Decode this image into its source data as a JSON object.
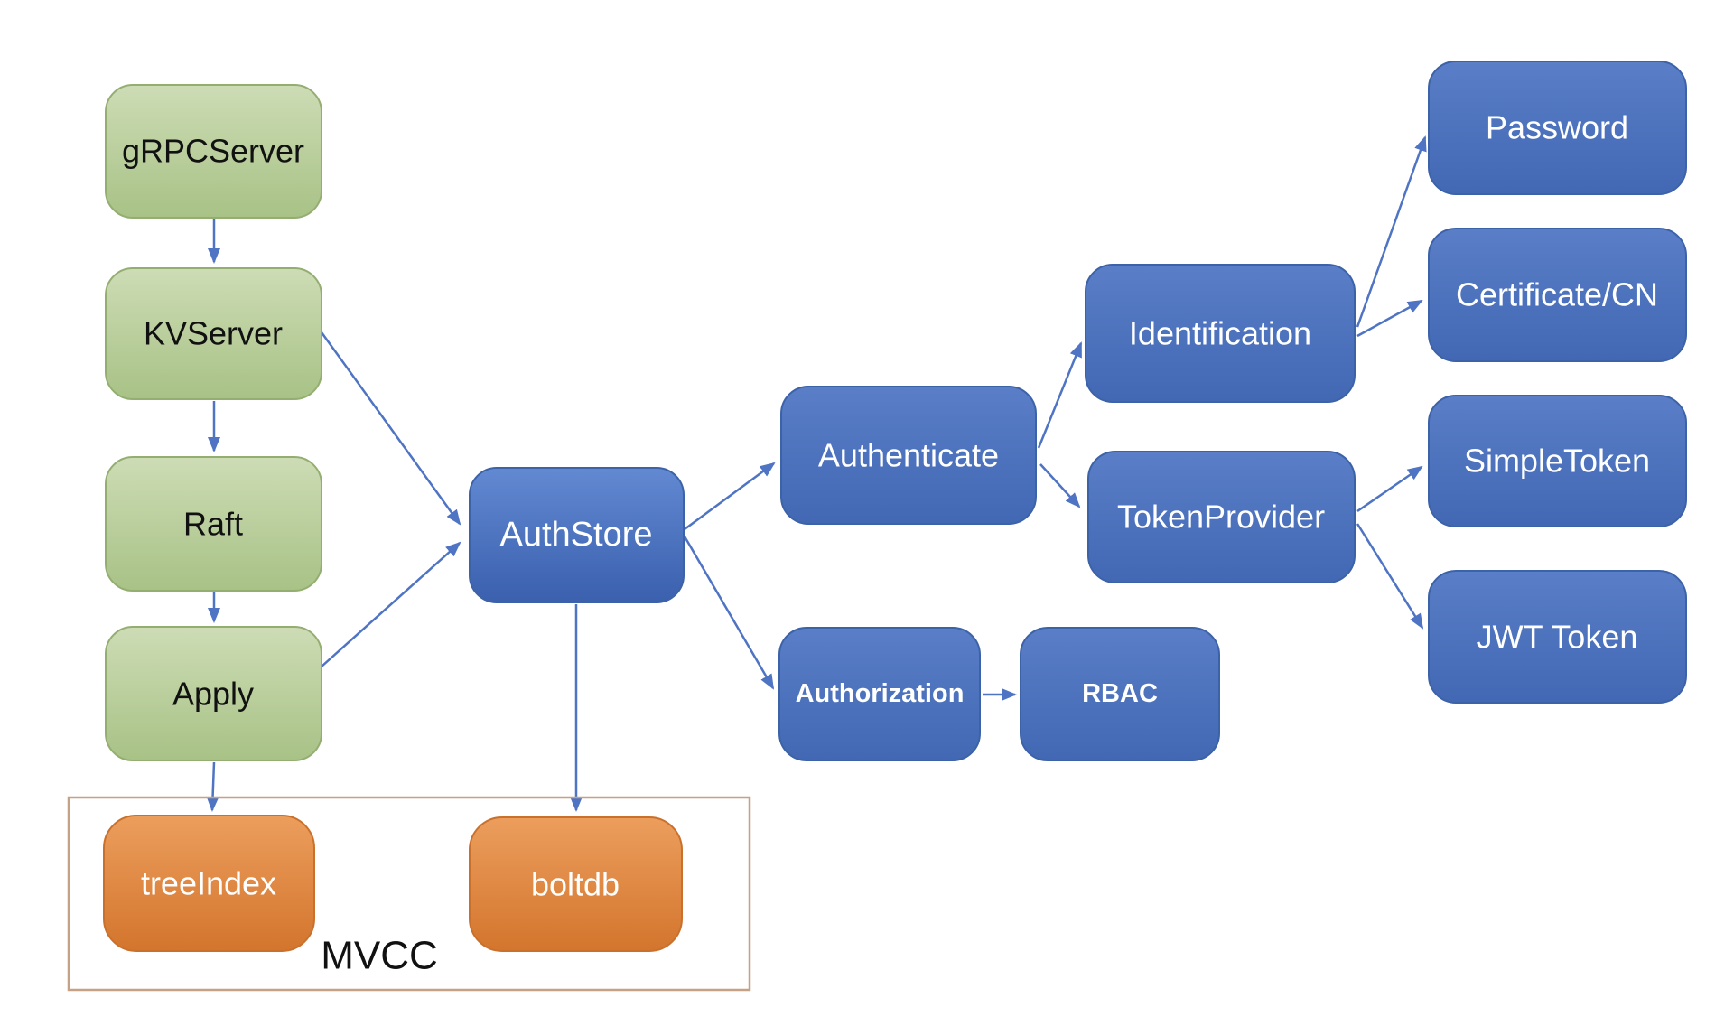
{
  "palette": {
    "background": "#ffffff",
    "green_top": "#cddcb5",
    "green_bottom": "#a8c286",
    "green_border": "#94ae72",
    "blue_top": "#5a7ec7",
    "blue_bottom": "#4268b4",
    "blue_border": "#3c62a8",
    "authstore_top": "#6289d2",
    "authstore_bottom": "#3a60ae",
    "orange_top": "#ec9e5d",
    "orange_bottom": "#d3752d",
    "orange_border": "#c9712c",
    "edge": "#4f74c4",
    "container_border": "#c5a285",
    "text_dark": "#111111",
    "text_light": "#ffffff"
  },
  "nodes": {
    "grpcserver": {
      "label": "gRPCServer"
    },
    "kvserver": {
      "label": "KVServer"
    },
    "raft": {
      "label": "Raft"
    },
    "apply": {
      "label": "Apply"
    },
    "authstore": {
      "label": "AuthStore"
    },
    "authenticate": {
      "label": "Authenticate"
    },
    "authorization": {
      "label": "Authorization"
    },
    "rbac": {
      "label": "RBAC"
    },
    "identification": {
      "label": "Identification"
    },
    "tokenprovider": {
      "label": "TokenProvider"
    },
    "password": {
      "label": "Password"
    },
    "certificate": {
      "label": "Certificate/CN"
    },
    "simpletoken": {
      "label": "SimpleToken"
    },
    "jwttoken": {
      "label": "JWT Token"
    },
    "treeindex": {
      "label": "treeIndex"
    },
    "boltdb": {
      "label": "boltdb"
    }
  },
  "container": {
    "label": "MVCC"
  },
  "edges": [
    {
      "from": "gRPCServer",
      "to": "KVServer"
    },
    {
      "from": "KVServer",
      "to": "Raft"
    },
    {
      "from": "Raft",
      "to": "Apply"
    },
    {
      "from": "Apply",
      "to": "treeIndex"
    },
    {
      "from": "KVServer",
      "to": "AuthStore"
    },
    {
      "from": "Apply",
      "to": "AuthStore"
    },
    {
      "from": "AuthStore",
      "to": "boltdb"
    },
    {
      "from": "AuthStore",
      "to": "Authenticate"
    },
    {
      "from": "AuthStore",
      "to": "Authorization"
    },
    {
      "from": "Authenticate",
      "to": "Identification"
    },
    {
      "from": "Authenticate",
      "to": "TokenProvider"
    },
    {
      "from": "Identification",
      "to": "Password"
    },
    {
      "from": "Identification",
      "to": "Certificate/CN"
    },
    {
      "from": "TokenProvider",
      "to": "SimpleToken"
    },
    {
      "from": "TokenProvider",
      "to": "JWT Token"
    },
    {
      "from": "Authorization",
      "to": "RBAC"
    }
  ]
}
